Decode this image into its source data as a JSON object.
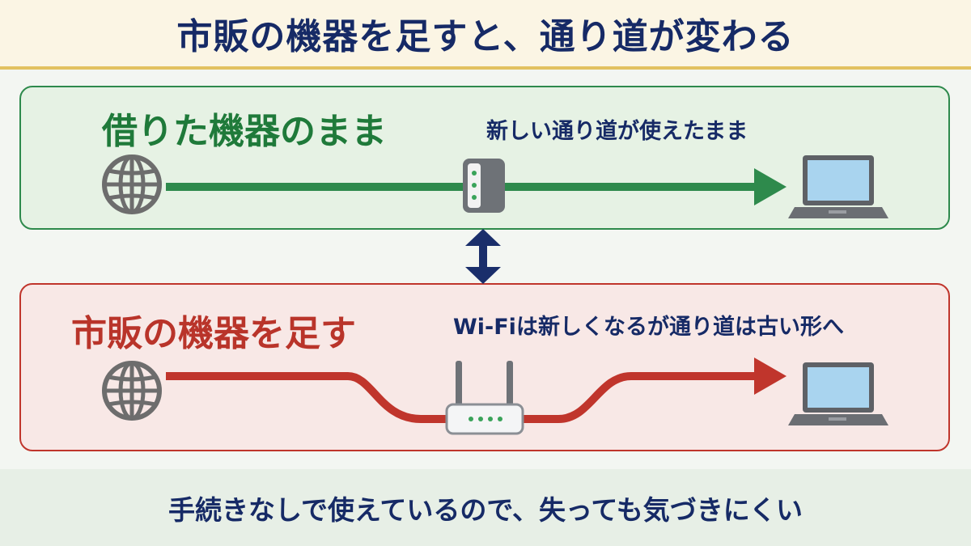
{
  "header": {
    "title": "市販の機器を足すと、通り道が変わる"
  },
  "panels": [
    {
      "title": "借りた機器のまま",
      "caption": "新しい通り道が使えたまま",
      "path": "straight",
      "color": "#2e8a4c",
      "icons": [
        "globe-icon",
        "onu-device-icon",
        "laptop-icon"
      ]
    },
    {
      "title": "市販の機器を足す",
      "caption": "Wi-Fiは新しくなるが通り道は古い形へ",
      "path": "detour",
      "color": "#c0352c",
      "icons": [
        "globe-icon",
        "wifi-router-icon",
        "laptop-icon"
      ]
    }
  ],
  "comparison_arrow": {
    "icon": "double-arrow-icon",
    "color": "#1a2e6b"
  },
  "footer": {
    "text": "手続きなしで使えているので、失っても気づきにくい"
  }
}
